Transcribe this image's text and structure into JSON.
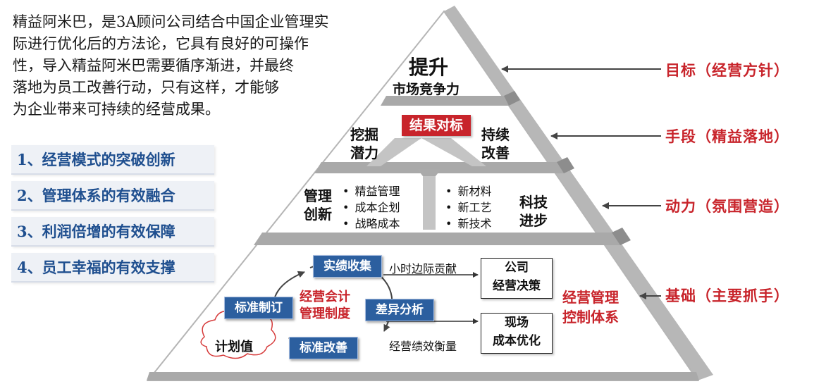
{
  "intro_lines": [
    "精益阿米巴，是3A顾问公司结合中国企业管理实",
    "际进行优化后的方法论，它具有良好的可操作",
    "性，导入精益阿米巴需要循序渐进，并最终",
    "落地为员工改善行动，只有这样，才能够",
    "为企业带来可持续的经营成果。"
  ],
  "points": [
    "1、经营模式的突破创新",
    "2、管理体系的有效融合",
    "3、利润倍增的有效保障",
    "4、员工幸福的有效支撑"
  ],
  "pyramid": {
    "top_title": "提升",
    "top_sub": "市场竞争力",
    "result_box": "结果对标",
    "left_mid": "挖掘\n潜力",
    "right_mid": "持续\n改善",
    "mgmt_innov": "管理\n创新",
    "mgmt_items": [
      "精益管理",
      "成本企划",
      "战略成本"
    ],
    "tech_items": [
      "新材料",
      "新工艺",
      "新技术"
    ],
    "tech_prog": "科技\n进步",
    "cycle": {
      "collect": "实绩收集",
      "analysis": "差异分析",
      "improve": "标准改善",
      "formulate": "标准制订",
      "center": "经营会计\n管理制度",
      "plan": "计划值"
    },
    "hour_margin": "小时边际贡献",
    "company_decision": "公司\n经营决策",
    "perf_measure": "经营绩效衡量",
    "site_opt": "现场\n成本优化",
    "control_system": "经营管理\n控制体系"
  },
  "right_labels": [
    "目标（经营方针）",
    "手段（精益落地）",
    "动力（氛围营造）",
    "基础（主要抓手）"
  ],
  "colors": {
    "red": "#c8242b",
    "blue": "#2c5f9f",
    "point_text": "#1f4f8f"
  }
}
